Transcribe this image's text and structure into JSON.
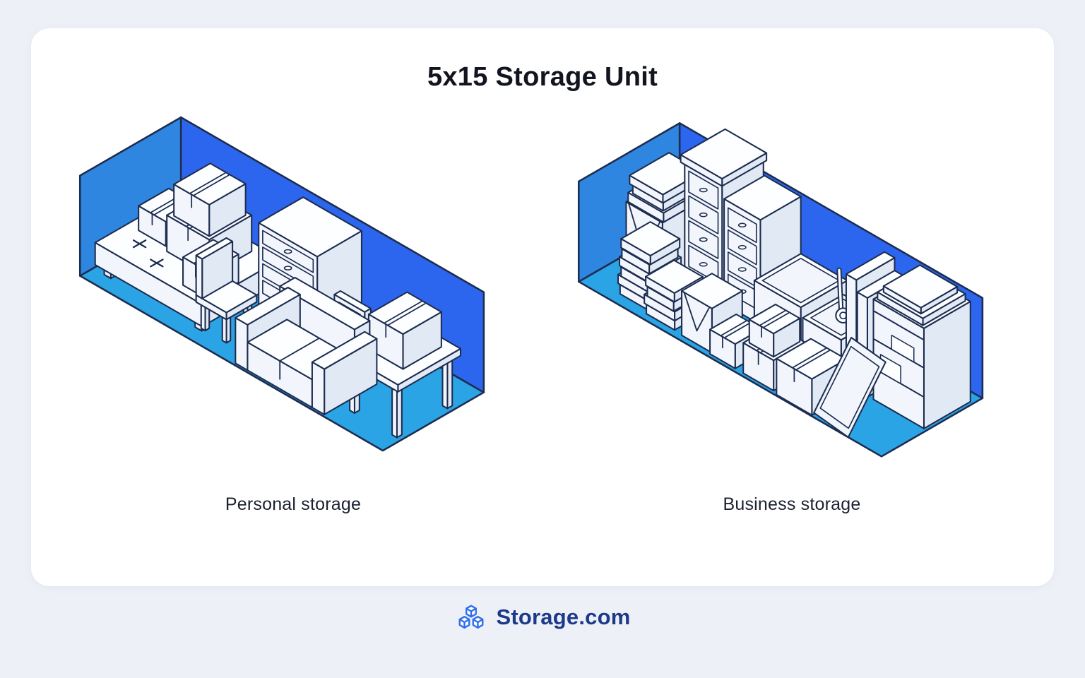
{
  "title": "5x15 Storage Unit",
  "figures": [
    {
      "id": "personal",
      "caption": "Personal storage",
      "depicts": [
        "mattress-with-boxes",
        "stacked-moving-boxes",
        "dresser-with-drawers",
        "chair",
        "leaning-picture-frame",
        "sofa",
        "side-table-with-box"
      ]
    },
    {
      "id": "business",
      "caption": "Business storage",
      "depicts": [
        "flattened-box-stack",
        "filing-cabinets",
        "book-stacks",
        "open-flap-box",
        "large-sealed-box",
        "box-with-rolled-plans",
        "small-cartons",
        "standing-boards",
        "shelving-unit",
        "leaning-whiteboard"
      ]
    }
  ],
  "footer": {
    "brand": "Storage.com",
    "icon": "cubes-logo-icon"
  },
  "palette": {
    "background": "#edf1f7",
    "card": "#ffffff",
    "title_color": "#12141f",
    "caption_color": "#1a2130",
    "brand_color": "#1d3a8a",
    "logo_blue": "#2f6fed",
    "outline": "#1d2d50",
    "wall_side": "#2f86e0",
    "wall_back": "#2d66ee",
    "floor": "#2ba4e6",
    "item_top": "#fdfeff",
    "item_left": "#f2f6fc",
    "item_right": "#e1e9f5"
  }
}
